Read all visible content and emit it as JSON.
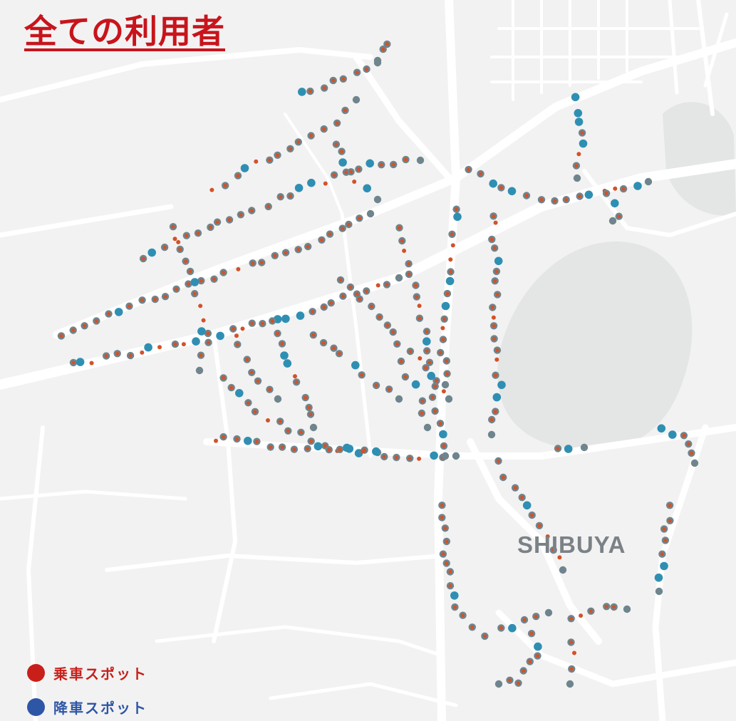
{
  "title": "全ての利用者",
  "area_label": "SHIBUYA",
  "colors": {
    "title": "#c8141b",
    "pickup": "#c81f1a",
    "dropoff": "#2e56a6",
    "dot_orange": "#d2522a",
    "dot_blue": "#2f8fb3",
    "dot_gray": "#6f858d",
    "road": "#ffffff",
    "park": "#e3e6e4",
    "background": "#f2f2f2"
  },
  "legend": [
    {
      "label": "乗車スポット",
      "color": "#c81f1a"
    },
    {
      "label": "降車スポット",
      "color": "#2e56a6"
    }
  ]
}
